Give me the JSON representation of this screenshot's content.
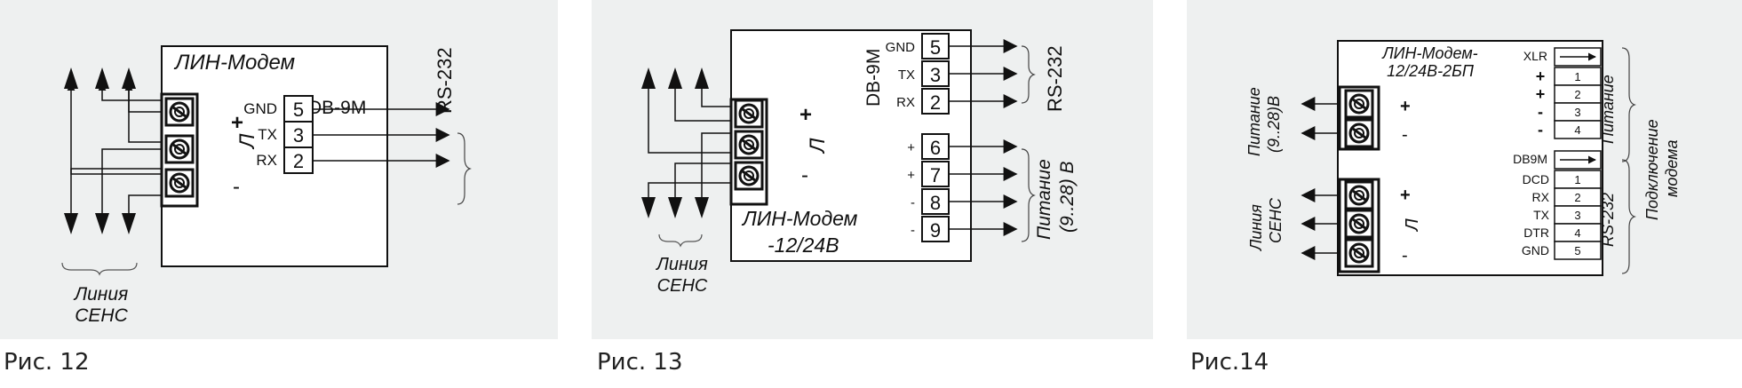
{
  "colors": {
    "panel_bg": "#eef0f0",
    "line": "#111111",
    "box_bg": "#ffffff"
  },
  "icons": [
    "terminal-screw-icon",
    "arrow-icon"
  ],
  "fig12": {
    "caption": "Рис. 12",
    "title": "ЛИН-Модем",
    "connector": "DB-9M",
    "interface": "RS-232",
    "plus": "+",
    "minus": "-",
    "line_mark": "Л",
    "pins": [
      {
        "label": "GND",
        "num": "5"
      },
      {
        "label": "TX",
        "num": "3"
      },
      {
        "label": "RX",
        "num": "2"
      }
    ],
    "line_label_1": "Линия",
    "line_label_2": "СЕНС"
  },
  "fig13": {
    "caption": "Рис. 13",
    "title_1": "ЛИН-Модем",
    "title_2": "-12/24В",
    "connector": "DB-9M",
    "interface": "RS-232",
    "power_1": "Питание",
    "power_2": "(9..28) В",
    "plus": "+",
    "minus": "-",
    "line_mark": "Л",
    "pins": [
      {
        "label": "GND",
        "num": "5"
      },
      {
        "label": "TX",
        "num": "3"
      },
      {
        "label": "RX",
        "num": "2"
      },
      {
        "label": "+",
        "num": "6"
      },
      {
        "label": "+",
        "num": "7"
      },
      {
        "label": "-",
        "num": "8"
      },
      {
        "label": "-",
        "num": "9"
      }
    ],
    "line_label_1": "Линия",
    "line_label_2": "СЕНС"
  },
  "fig14": {
    "caption": "Рис.14",
    "title_1": "ЛИН-Модем-",
    "title_2": "12/24В-2БП",
    "xlr": "XLR",
    "xlr_rows": [
      {
        "sign": "+",
        "num": "1"
      },
      {
        "sign": "+",
        "num": "2"
      },
      {
        "sign": "-",
        "num": "3"
      },
      {
        "sign": "-",
        "num": "4"
      }
    ],
    "db9m": "DB9M",
    "db_rows": [
      {
        "label": "DCD",
        "num": "1"
      },
      {
        "label": "RX",
        "num": "2"
      },
      {
        "label": "TX",
        "num": "3"
      },
      {
        "label": "DTR",
        "num": "4"
      },
      {
        "label": "GND",
        "num": "5"
      }
    ],
    "power_label": "Питание",
    "modem_conn_1": "Подключение",
    "modem_conn_2": "модема",
    "rs232": "RS-232",
    "left_power_1": "Питание",
    "left_power_2": "(9..28)В",
    "left_line_1": "Линия",
    "left_line_2": "СЕНС",
    "plus": "+",
    "minus": "-",
    "line_mark": "Л"
  }
}
